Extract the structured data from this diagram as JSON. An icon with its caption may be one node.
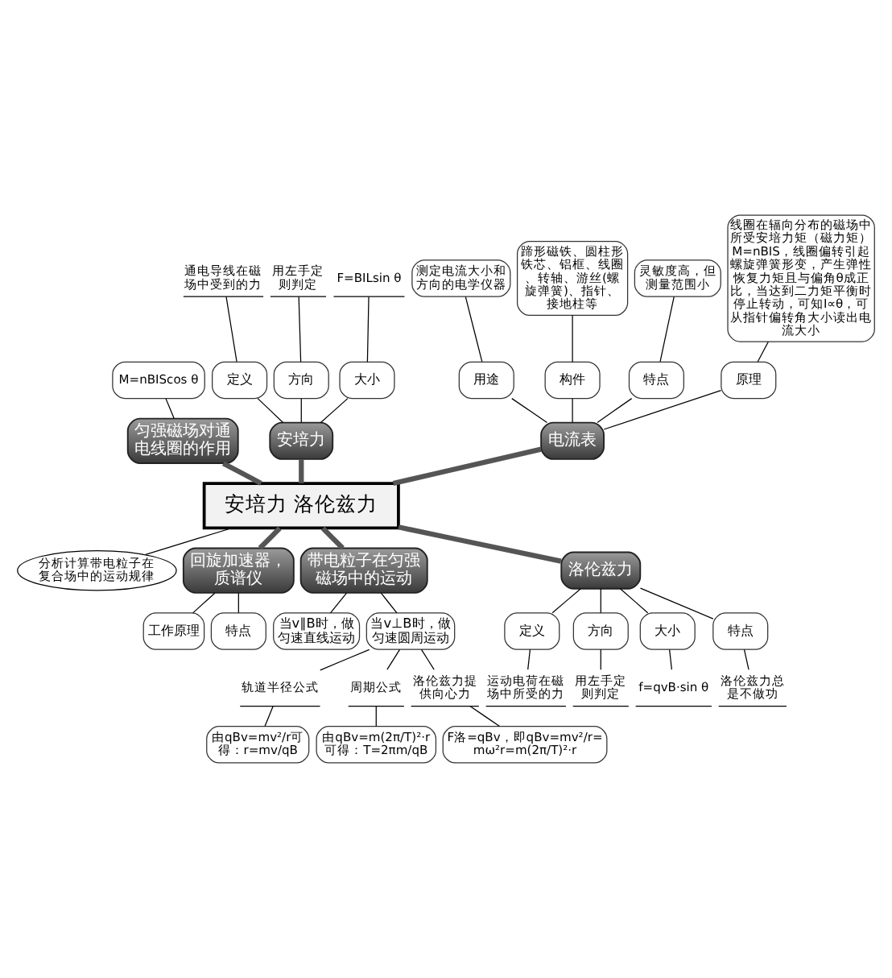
{
  "diagram": {
    "nodes": [
      {
        "text": [
          "定义"
        ]
      },
      {
        "text": [
          "通电导线在磁场中受到的力"
        ]
      },
      {
        "text": [
          "方向"
        ]
      },
      {
        "text": [
          "用左手定则判定"
        ]
      },
      {
        "text": [
          "大小"
        ]
      },
      {
        "text": [
          "F=BILsin θ"
        ]
      },
      {
        "text": [
          "安培力"
        ]
      },
      {
        "text": [
          "电流表"
        ]
      },
      {
        "text": [
          "用途"
        ]
      },
      {
        "text": [
          "测定电流大小和方向的电学仪器"
        ]
      },
      {
        "text": [
          "构件"
        ]
      },
      {
        "text": [
          "蹄形磁铁、圆柱形铁芯、铝框、线圈、转轴、游丝(螺旋弹簧)、指针、接地柱等"
        ]
      },
      {
        "text": [
          "特点"
        ]
      },
      {
        "text": [
          "灵敏度高，但测量范围小"
        ]
      },
      {
        "text": [
          "原理"
        ]
      },
      {
        "text": [
          "线圈在辐向分布的磁场中所受安培力矩（磁力矩）M=nBIS，线圈偏转引起螺旋弹簧形变，产生弹性恢复力矩且与偏角θ成正比，当达到二力矩平衡时停止转动，可知I∝θ，可从指针偏转角大小读出电流大小"
        ]
      },
      {
        "text": [
          "匀强磁场对通电线圈的作用"
        ]
      },
      {
        "text": [
          "M=nBIScos θ"
        ]
      },
      {
        "text": [
          "安培力 洛伦兹力"
        ]
      },
      {
        "text": [
          "分析计算带电粒子在复合场中的运动规律"
        ]
      },
      {
        "text": [
          "回旋加速器，质谱仪"
        ]
      },
      {
        "text": [
          "工作原理"
        ]
      },
      {
        "text": [
          "特点"
        ]
      },
      {
        "text": [
          "带电粒子在匀强磁场中的运动"
        ]
      },
      {
        "text": [
          "当v∥B时，做匀速直线运动"
        ]
      },
      {
        "text": [
          "当v⊥B时，做匀速圆周运动"
        ]
      },
      {
        "text": [
          "F洛=qBv，即qBv=mv²/r=mω²r=m(2π/T)²·r"
        ]
      },
      {
        "text": [
          "洛伦兹力提供向心力"
        ]
      },
      {
        "text": [
          "轨道半径公式"
        ]
      },
      {
        "text": [
          "由qBv=mv²/r可得：r=mv/qB"
        ]
      },
      {
        "text": [
          "周期公式"
        ]
      },
      {
        "text": [
          "由qBv=m(2π/T)²·r可得：T=2πm/qB"
        ]
      },
      {
        "text": [
          "定义"
        ]
      },
      {
        "text": [
          "运动电荷在磁场中所受的力"
        ]
      },
      {
        "text": [
          "方向"
        ]
      },
      {
        "text": [
          "用左手定则判定"
        ]
      },
      {
        "text": [
          "大小"
        ]
      },
      {
        "text": [
          "f=qvB·sin θ"
        ]
      },
      {
        "text": [
          "特点"
        ]
      },
      {
        "text": [
          "洛伦兹力总是不做功"
        ]
      },
      {
        "text": [
          "洛伦兹力"
        ]
      }
    ],
    "edges": [
      {
        "from": 17,
        "to": 16,
        "arrow": "none"
      },
      {
        "from": 16,
        "to": 18,
        "arrow": "none",
        "style": "thick",
        "color": "#555555"
      },
      {
        "from": 1,
        "to": 0,
        "arrow": "none"
      },
      {
        "from": 3,
        "to": 2,
        "arrow": "none"
      },
      {
        "from": 5,
        "to": 4,
        "arrow": "none"
      },
      {
        "from": 0,
        "to": 6,
        "arrow": "none"
      },
      {
        "from": 2,
        "to": 6,
        "arrow": "none"
      },
      {
        "from": 4,
        "to": 6,
        "arrow": "none"
      },
      {
        "from": 6,
        "to": 18,
        "arrow": "none",
        "style": "thick",
        "color": "#555555"
      },
      {
        "from": 7,
        "to": 18,
        "arrow": "none",
        "style": "thick",
        "color": "#555555"
      },
      {
        "from": 8,
        "to": 7,
        "arrow": "none"
      },
      {
        "from": 10,
        "to": 7,
        "arrow": "none"
      },
      {
        "from": 12,
        "to": 7,
        "arrow": "none"
      },
      {
        "from": 14,
        "to": 7,
        "arrow": "none"
      },
      {
        "from": 9,
        "to": 8,
        "arrow": "none"
      },
      {
        "from": 11,
        "to": 10,
        "arrow": "none"
      },
      {
        "from": 13,
        "to": 12,
        "arrow": "none"
      },
      {
        "from": 15,
        "to": 14,
        "arrow": "none"
      },
      {
        "from": 18,
        "to": 19,
        "arrow": "none"
      },
      {
        "from": 18,
        "to": 40,
        "arrow": "none",
        "style": "thick",
        "color": "#555555"
      },
      {
        "from": 40,
        "to": 32,
        "arrow": "none"
      },
      {
        "from": 40,
        "to": 34,
        "arrow": "none"
      },
      {
        "from": 40,
        "to": 36,
        "arrow": "none"
      },
      {
        "from": 40,
        "to": 38,
        "arrow": "none"
      },
      {
        "from": 32,
        "to": 33,
        "arrow": "none"
      },
      {
        "from": 34,
        "to": 35,
        "arrow": "none"
      },
      {
        "from": 36,
        "to": 37,
        "arrow": "none"
      },
      {
        "from": 38,
        "to": 39,
        "arrow": "none"
      },
      {
        "from": 18,
        "to": 23,
        "arrow": "none",
        "style": "thick",
        "color": "#555555"
      },
      {
        "from": 23,
        "to": 24,
        "arrow": "none"
      },
      {
        "from": 23,
        "to": 25,
        "arrow": "none"
      },
      {
        "from": 25,
        "to": 27,
        "arrow": "none"
      },
      {
        "from": 25,
        "to": 28,
        "arrow": "none"
      },
      {
        "from": 25,
        "to": 30,
        "arrow": "none"
      },
      {
        "from": 27,
        "to": 26,
        "arrow": "none"
      },
      {
        "from": 28,
        "to": 29,
        "arrow": "none"
      },
      {
        "from": 30,
        "to": 31,
        "arrow": "none"
      },
      {
        "from": 18,
        "to": 20,
        "arrow": "none",
        "style": "thick",
        "color": "#555555"
      },
      {
        "from": 20,
        "to": 21,
        "arrow": "none"
      },
      {
        "from": 20,
        "to": 22,
        "arrow": "none"
      }
    ]
  }
}
